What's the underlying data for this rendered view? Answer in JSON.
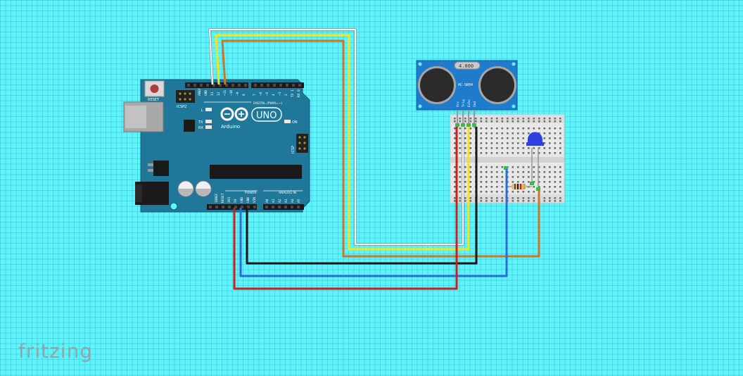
{
  "app": {
    "logo_text": "fritzing"
  },
  "arduino": {
    "brand": "Arduino",
    "model": "UNO",
    "reset_label": "RESET",
    "icsp_label": "ICSP",
    "icsp2_label": "ICSP2",
    "digital_header_label": "DIGITAL (PWM=~)",
    "power_header_label": "POWER",
    "analog_header_label": "ANALOG IN",
    "led_l_label": "L",
    "led_tx_label": "TX",
    "led_rx_label": "RX",
    "led_on_label": "ON",
    "top_pin_labels": [
      "AREF",
      "GND",
      "13",
      "12",
      "~11",
      "~10",
      "~9",
      "8",
      "7",
      "~6",
      "~5",
      "4",
      "~3",
      "2",
      "TX 1",
      "RX 0"
    ],
    "power_pin_labels": [
      "IOREF",
      "RESET",
      "3V3",
      "5V",
      "GND",
      "GND",
      "VIN"
    ],
    "analog_pin_labels": [
      "A0",
      "A1",
      "A2",
      "A3",
      "A4",
      "A5"
    ]
  },
  "sensor": {
    "model": "HC-SR04",
    "crystal_label": "4.000",
    "pin_labels": [
      "Vcc",
      "Trig",
      "Echo",
      "Gnd"
    ]
  },
  "colors": {
    "board": "#1f7899",
    "wire_red": "#c81f1f",
    "wire_black": "#1a1a1a",
    "wire_blue": "#2a6fd6",
    "wire_white": "#f4f4f4",
    "wire_yellow": "#f2e51f",
    "wire_orange": "#c87828",
    "led": "#2f3fe0"
  }
}
